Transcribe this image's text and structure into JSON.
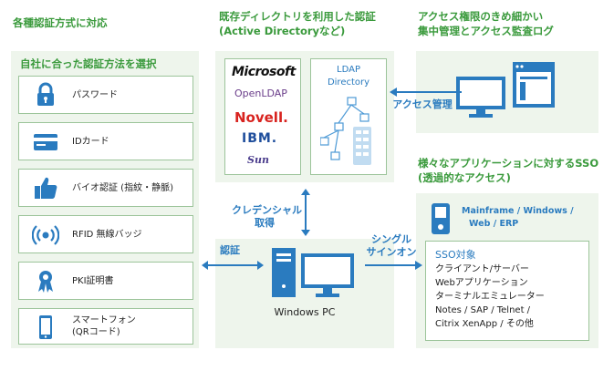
{
  "left": {
    "heading": "各種認証方式に対応",
    "subheading": "自社に合った認証方法を選択",
    "items": [
      {
        "label": "パスワード",
        "icon": "padlock-icon"
      },
      {
        "label": "IDカード",
        "icon": "id-card-icon"
      },
      {
        "label": "バイオ認証 (指紋・静脈)",
        "icon": "thumbs-up-icon"
      },
      {
        "label": "RFID 無線バッジ",
        "icon": "rfid-icon"
      },
      {
        "label": "PKI証明書",
        "icon": "certificate-icon"
      },
      {
        "label": "スマートフォン\n(QRコード)",
        "icon": "smartphone-icon"
      }
    ]
  },
  "middle": {
    "heading_line1": "既存ディレクトリを利用した認証",
    "heading_line2": "(Active Directoryなど)",
    "vendors": [
      "Microsoft",
      "OpenLDAP",
      "Novell.",
      "IBM.",
      "Sun"
    ],
    "ldap_line1": "LDAP",
    "ldap_line2": "Directory",
    "credential_line1": "クレデンシャル",
    "credential_line2": "取得",
    "pc_label": "Windows PC",
    "auth_label": "認証"
  },
  "right": {
    "heading_line1": "アクセス権限のきめ細かい",
    "heading_line2": "集中管理とアクセス監査ログ",
    "access_mgmt": "アクセス管理",
    "sso_heading_line1": "様々なアプリケーションに対するSSO",
    "sso_heading_line2": "(透過的なアクセス)",
    "platform_line1": "Mainframe / Windows /",
    "platform_line2": "Web / ERP",
    "sso_box_title": "SSO対象",
    "sso_items": [
      "クライアント/サーバー",
      "Webアプリケーション",
      "ターミナルエミュレーター",
      "Notes / SAP / Telnet /",
      "Citrix XenApp / その他"
    ],
    "signon_line1": "シングル",
    "signon_line2": "サインオン"
  },
  "colors": {
    "green": "#3a9a3c",
    "blue": "#2a7bbf",
    "panel": "#eef5ec"
  }
}
